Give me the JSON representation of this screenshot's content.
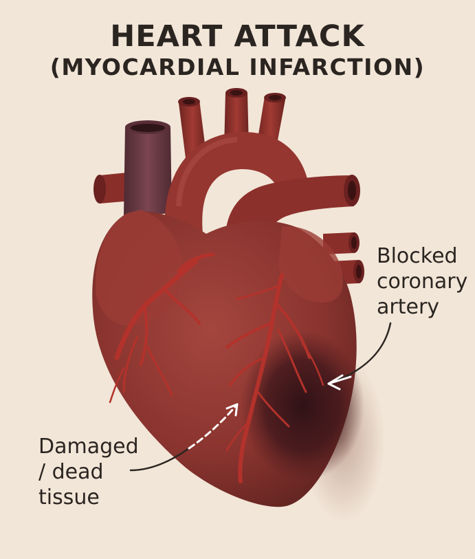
{
  "title": "HEART ATTACK",
  "subtitle": "(MYOCARDIAL INFARCTION)",
  "labels": {
    "blocked_artery": [
      "Blocked",
      "coronary",
      "artery"
    ],
    "damaged_tissue": [
      "Damaged",
      "/ dead",
      "tissue"
    ]
  },
  "colors": {
    "background": "#f2e6d8",
    "heart_muscle": "#8e3630",
    "vessel": "#8a2e2a",
    "vein": "#6d3a44",
    "coronary_artery": "#b3322b",
    "damaged_area": "#2d1216",
    "text": "#2b2521",
    "arrow": "#ffffff"
  }
}
